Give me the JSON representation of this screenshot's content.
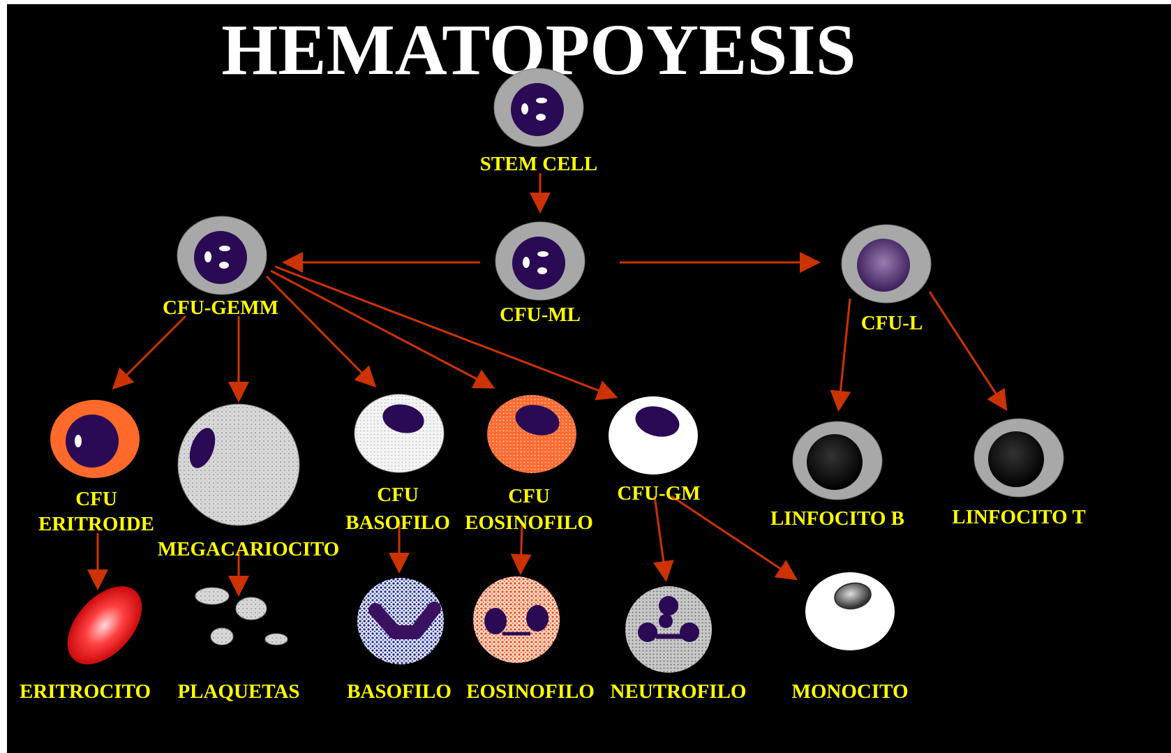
{
  "title": "HEMATOPOYESIS",
  "labels": {
    "stem_cell": "STEM CELL",
    "cfu_ml": "CFU-ML",
    "cfu_gemm": "CFU-GEMM",
    "cfu_l": "CFU-L",
    "cfu_eritroide_1": "CFU",
    "cfu_eritroide_2": "ERITROIDE",
    "megacariocito": "MEGACARIOCITO",
    "cfu_basofilo_1": "CFU",
    "cfu_basofilo_2": "BASOFILO",
    "cfu_eosinofilo_1": "CFU",
    "cfu_eosinofilo_2": "EOSINOFILO",
    "cfu_gm": "CFU-GM",
    "linfocito_b": "LINFOCITO B",
    "linfocito_t": "LINFOCITO T",
    "eritrocito": "ERITROCITO",
    "plaquetas": "PLAQUETAS",
    "basofilo": "BASOFILO",
    "eosinofilo": "EOSINOFILO",
    "neutrofilo": "NEUTROFILO",
    "monocito": "MONOCITO"
  },
  "colors": {
    "background": "#000000",
    "label": "#ffff00",
    "title": "#ffffff",
    "arrow": "#cc3300",
    "nucleus": "#2a0a55",
    "cytoplasm_gray": "#a8a8a8",
    "erythroid": "#ff6a2a",
    "erythrocyte": "#e00000"
  }
}
